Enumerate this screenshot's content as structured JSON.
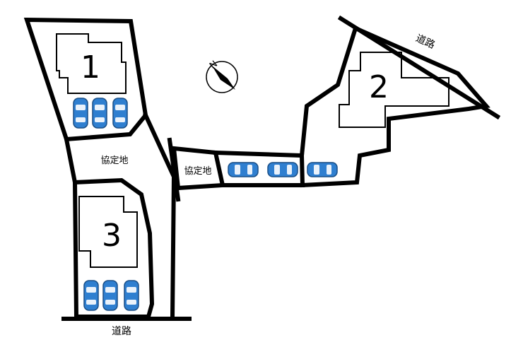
{
  "lots": [
    {
      "number": "1"
    },
    {
      "number": "2"
    },
    {
      "number": "3"
    }
  ],
  "labels": {
    "kyoteichi_main": "協定地",
    "kyoteichi_branch": "協定地",
    "road_bottom": "道路",
    "road_top_right": "道路",
    "north": "N"
  },
  "parking": {
    "lot1_spaces": 3,
    "lot2_spaces": 3,
    "lot3_spaces": 3
  },
  "colors": {
    "car": "#2f7fd0",
    "outline": "#000000"
  },
  "icons": [
    "compass-icon",
    "car-icon"
  ]
}
